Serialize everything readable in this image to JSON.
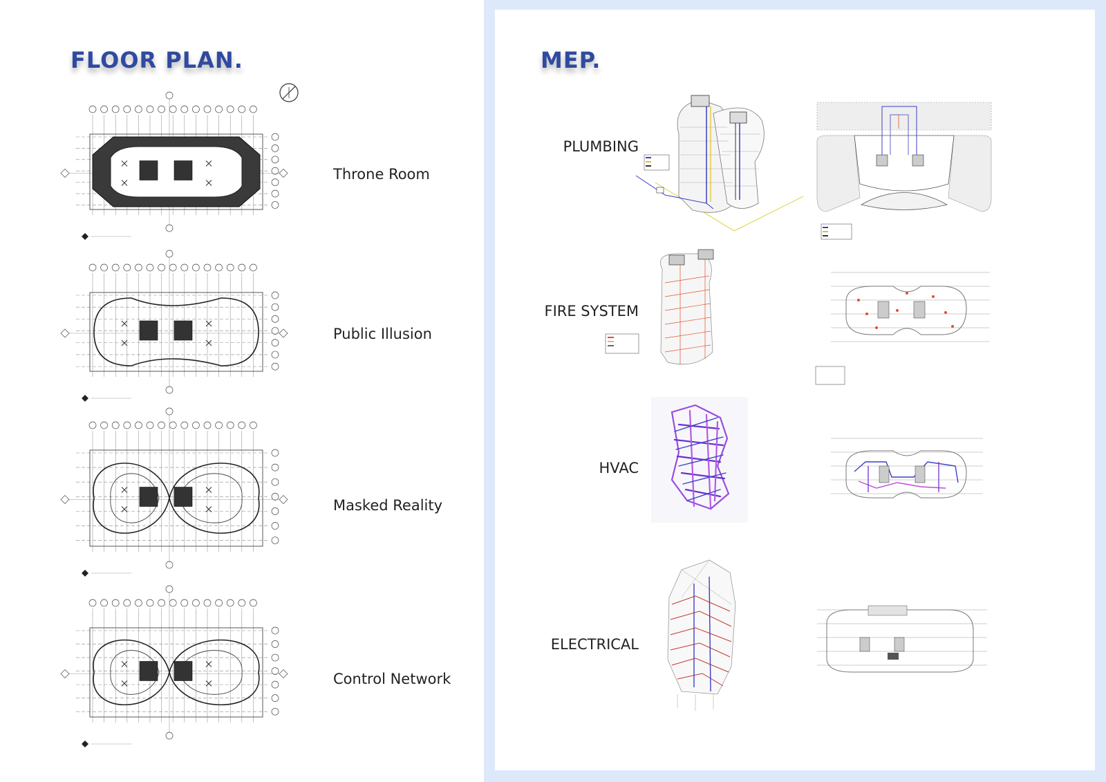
{
  "floor_plan": {
    "title": "FLOOR PLAN.",
    "plans": [
      {
        "label": "Throne Room"
      },
      {
        "label": "Public Illusion"
      },
      {
        "label": "Masked Reality"
      },
      {
        "label": "Control Network"
      }
    ]
  },
  "mep": {
    "title": "MEP.",
    "systems": [
      {
        "label": "PLUMBING"
      },
      {
        "label": "FIRE SYSTEM"
      },
      {
        "label": "HVAC"
      },
      {
        "label": "ELECTRICAL"
      }
    ]
  },
  "colors": {
    "title": "#2f4aa0",
    "frame": "#dde9fb",
    "plumbing": "#3b3fc4",
    "fire": "#e0502a",
    "hvac": "#7b3fd6",
    "electrical": "#c0392b"
  }
}
